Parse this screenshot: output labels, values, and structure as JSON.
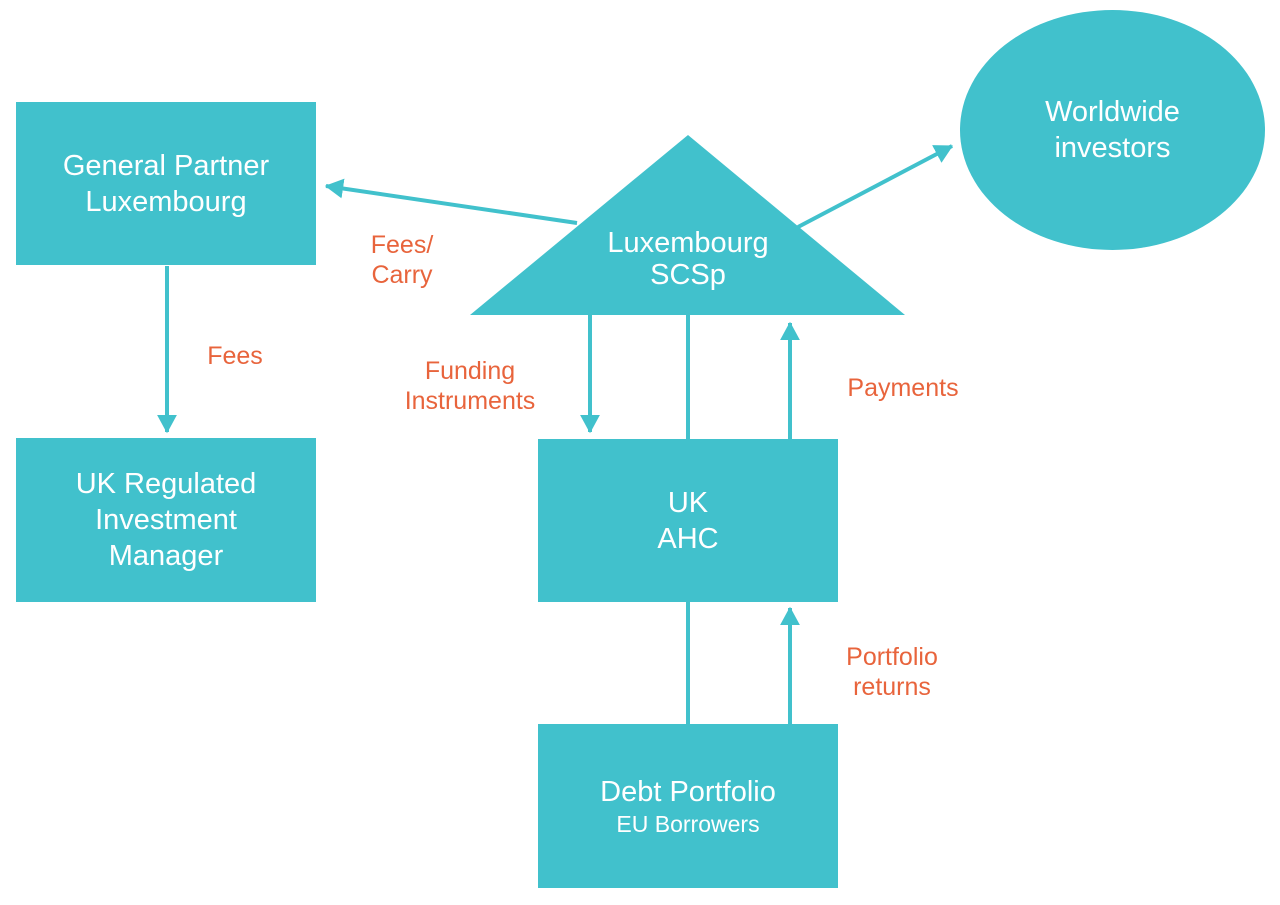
{
  "colors": {
    "teal": "#41C1CC",
    "orange": "#E8643C",
    "node_text": "#FFFFFF",
    "background": "#FFFFFF"
  },
  "nodes": {
    "general_partner": {
      "label": "General Partner\nLuxembourg"
    },
    "uk_regulated_im": {
      "label": "UK Regulated\nInvestment\nManager"
    },
    "luxembourg_scsp": {
      "label": "Luxembourg\nSCSp"
    },
    "worldwide_investors": {
      "label": "Worldwide\ninvestors"
    },
    "uk_ahc": {
      "label": "UK\nAHC"
    },
    "debt_portfolio": {
      "title": "Debt Portfolio",
      "subtitle": "EU Borrowers"
    }
  },
  "edge_labels": {
    "fees_carry": "Fees/\nCarry",
    "fees": "Fees",
    "funding_instruments": "Funding\nInstruments",
    "payments": "Payments",
    "portfolio_returns": "Portfolio\nreturns"
  }
}
